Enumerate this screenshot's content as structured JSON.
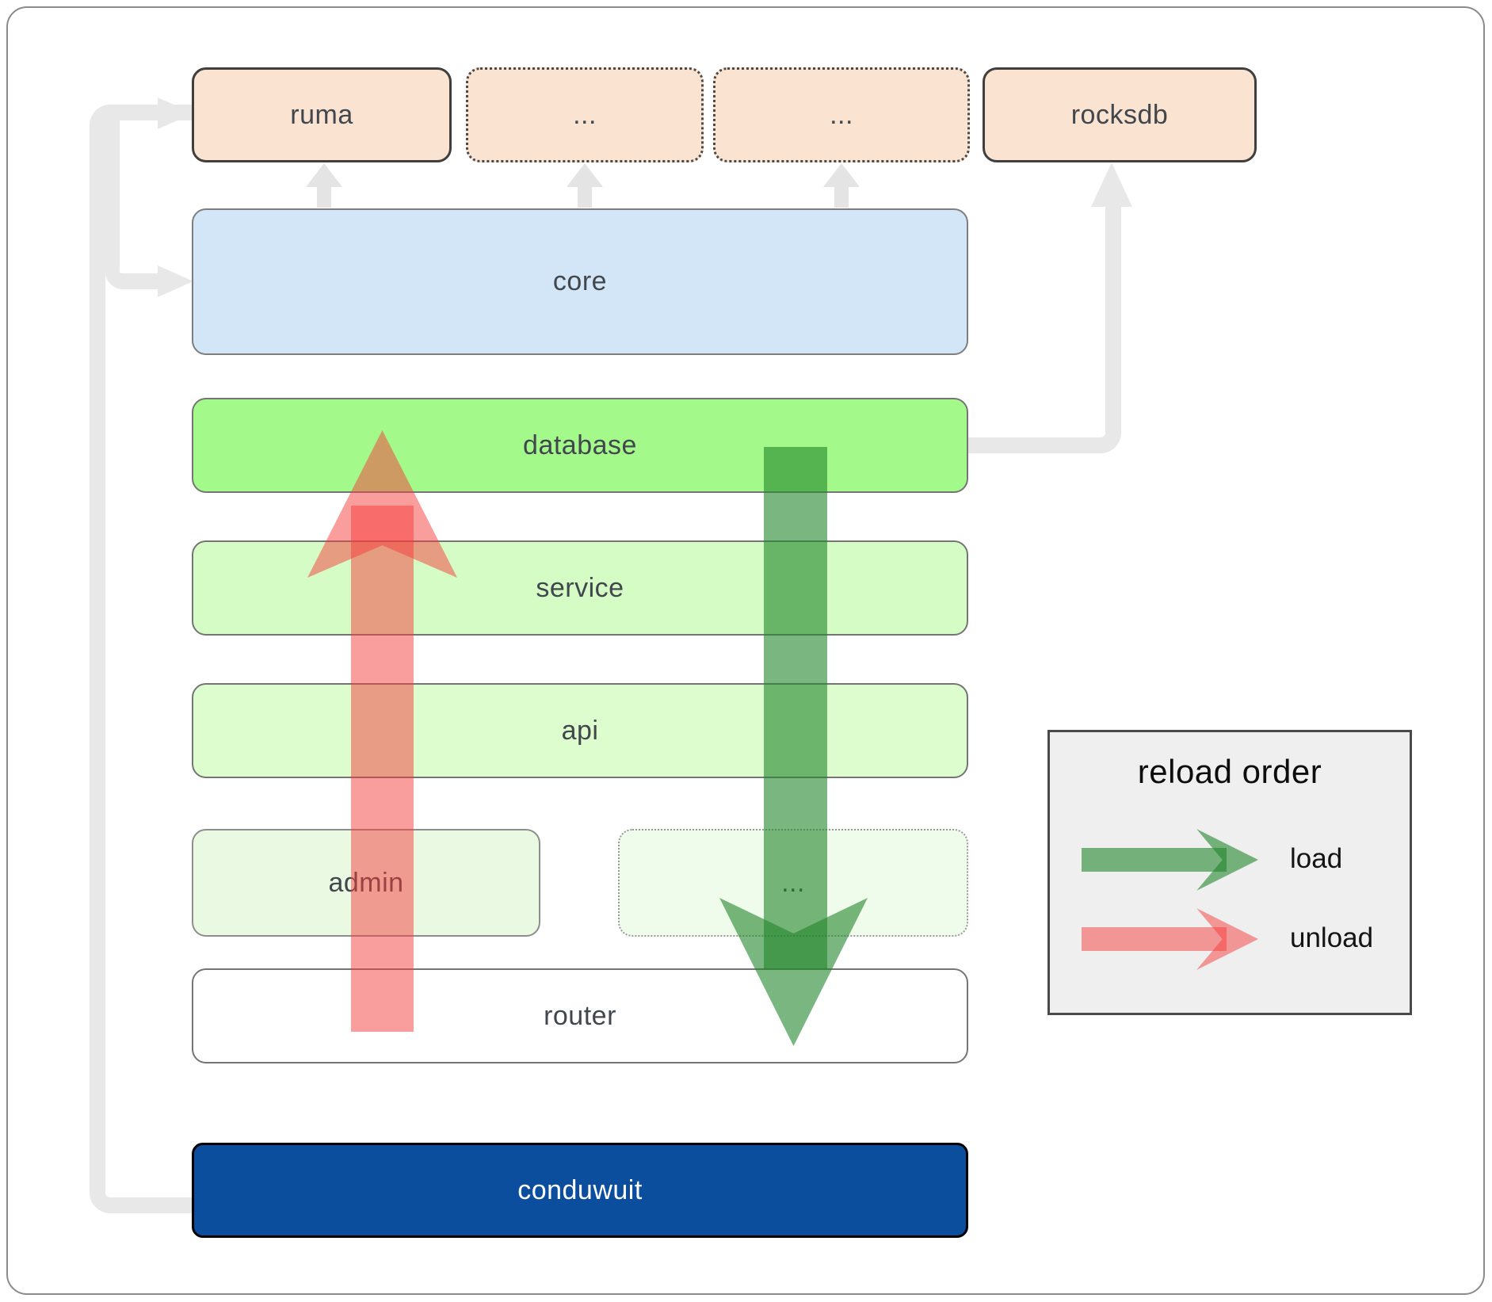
{
  "nodes": {
    "ruma": "ruma",
    "ellipsis1": "...",
    "ellipsis2": "...",
    "rocksdb": "rocksdb",
    "core": "core",
    "database": "database",
    "service": "service",
    "api": "api",
    "admin": "admin",
    "ellipsis3": "...",
    "router": "router",
    "conduwuit": "conduwuit"
  },
  "legend": {
    "title": "reload order",
    "load_label": "load",
    "unload_label": "unload"
  },
  "colors": {
    "load_green": "#228529",
    "unload_red": "#f63c3c",
    "connector_gray": "#e8e8e8",
    "peach": "#fbe3d1",
    "core_blue": "#d3e6f8",
    "database_green": "#a4f98b",
    "conduwuit_navy": "#0b4e9d",
    "legend_bg": "#efefef"
  }
}
